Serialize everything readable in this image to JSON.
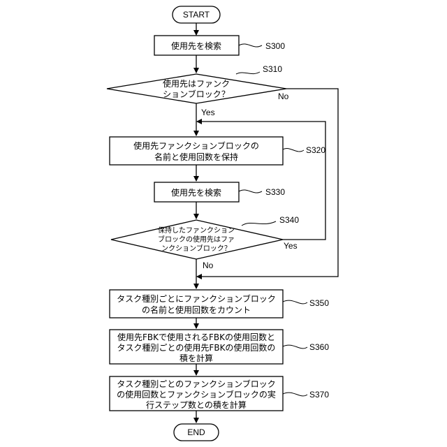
{
  "start": "START",
  "end": "END",
  "s300": {
    "text": "使用先を検索",
    "tag": "S300"
  },
  "s310": {
    "line1": "使用先はファンク",
    "line2": "ションブロック？",
    "tag": "S310",
    "yes": "Yes",
    "no": "No"
  },
  "s320": {
    "line1": "使用先ファンクションブロックの",
    "line2": "名前と使用回数を保持",
    "tag": "S320"
  },
  "s330": {
    "text": "使用先を検索",
    "tag": "S330"
  },
  "s340": {
    "line1": "保持したファンクション",
    "line2": "ブロックの使用先はファ",
    "line3": "ンクションブロック？",
    "tag": "S340",
    "yes": "Yes",
    "no": "No"
  },
  "s350": {
    "line1": "タスク種別ごとにファンクションブロック",
    "line2": "の名前と使用回数をカウント",
    "tag": "S350"
  },
  "s360": {
    "line1": "使用先FBKで使用されるFBKの使用回数と",
    "line2": "タスク種別ごとの使用先FBKの使用回数の",
    "line3": "積を計算",
    "tag": "S360"
  },
  "s370": {
    "line1": "タスク種別ごとのファンクションブロック",
    "line2": "の使用回数とファンクションブロックの実",
    "line3": "行ステップ数との積を計算",
    "tag": "S370"
  }
}
